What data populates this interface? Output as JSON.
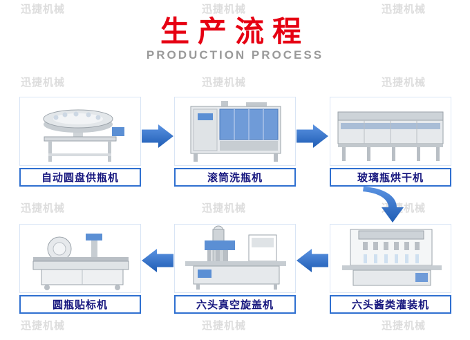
{
  "header": {
    "title": "生产流程",
    "subtitle": "PRODUCTION PROCESS"
  },
  "watermark_text": "迅捷机械",
  "colors": {
    "title": "#e60012",
    "subtitle": "#999999",
    "arrow": "#2e6fd0",
    "label_border": "#2e6fd0",
    "label_text": "#16167e"
  },
  "steps": [
    {
      "label": "自动圆盘供瓶机",
      "position": "top-left"
    },
    {
      "label": "滚筒洗瓶机",
      "position": "top-middle"
    },
    {
      "label": "玻璃瓶烘干机",
      "position": "top-right"
    },
    {
      "label": "圆瓶贴标机",
      "position": "bottom-left"
    },
    {
      "label": "六头真空旋盖机",
      "position": "bottom-middle"
    },
    {
      "label": "六头酱类灌装机",
      "position": "bottom-right"
    }
  ],
  "flow_order": [
    "自动圆盘供瓶机",
    "滚筒洗瓶机",
    "玻璃瓶烘干机",
    "六头酱类灌装机",
    "六头真空旋盖机",
    "圆瓶贴标机"
  ]
}
